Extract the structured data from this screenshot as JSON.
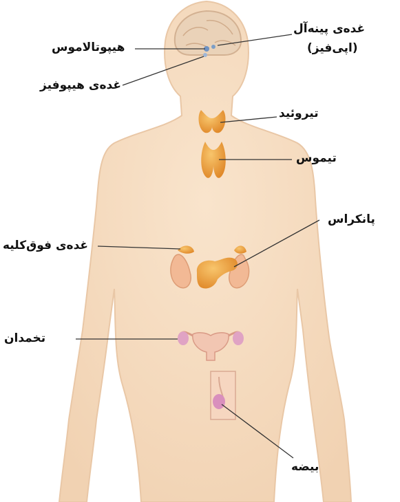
{
  "labels": {
    "pineal_line1": "غده‌ی پینه‌آل",
    "pineal_line2": "(اپی‌فیز)",
    "hypothalamus": "هیپوتالاموس",
    "pituitary": "غده‌ی هیپوفیز",
    "thyroid": "تیروئید",
    "thymus": "تیموس",
    "pancreas": "پانکراس",
    "adrenal": "غده‌ی فوق‌کلیه",
    "ovary": "تخمدان",
    "testis": "بیضه"
  },
  "colors": {
    "skin": "#f6dcc0",
    "skin_edge": "#e9c7a6",
    "gland_orange": "#f0a640",
    "kidney": "#f2b995",
    "pink": "#e0a3c4",
    "brain": "#ead2b8",
    "leader_line": "#333333"
  }
}
